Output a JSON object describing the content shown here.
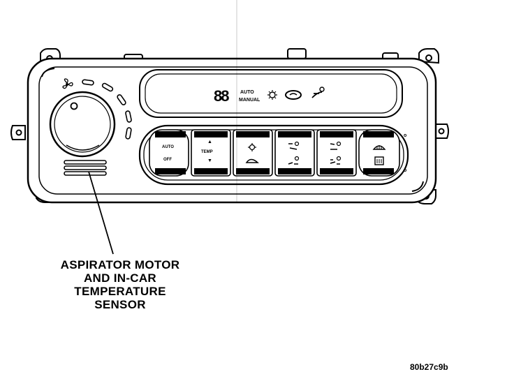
{
  "display": {
    "digits": "88",
    "mode_auto": "AUTO",
    "mode_manual": "MANUAL"
  },
  "buttons": [
    {
      "top_label": "AUTO",
      "bottom_label": "OFF"
    },
    {
      "top_label": "▲",
      "mid_label": "TEMP",
      "bottom_label": "▼"
    },
    {
      "icon_top": "recirculation-icon",
      "icon_bottom": "ac-icon"
    },
    {
      "icon_top": "panel-vent-icon",
      "icon_bottom": "floor-vent-icon"
    },
    {
      "icon_top": "bilevel-icon",
      "icon_bottom": "mix-icon"
    },
    {
      "icon_top": "defrost-icon",
      "icon_bottom": "rear-defrost-icon"
    }
  ],
  "side_marks": {
    "upper": "o",
    "lower": "o"
  },
  "callout": {
    "lines": [
      "ASPIRATOR MOTOR",
      "AND IN-CAR",
      "TEMPERATURE",
      "SENSOR"
    ]
  },
  "figure_id": "80b27c9b",
  "colors": {
    "ink": "#000000",
    "paper": "#ffffff"
  }
}
